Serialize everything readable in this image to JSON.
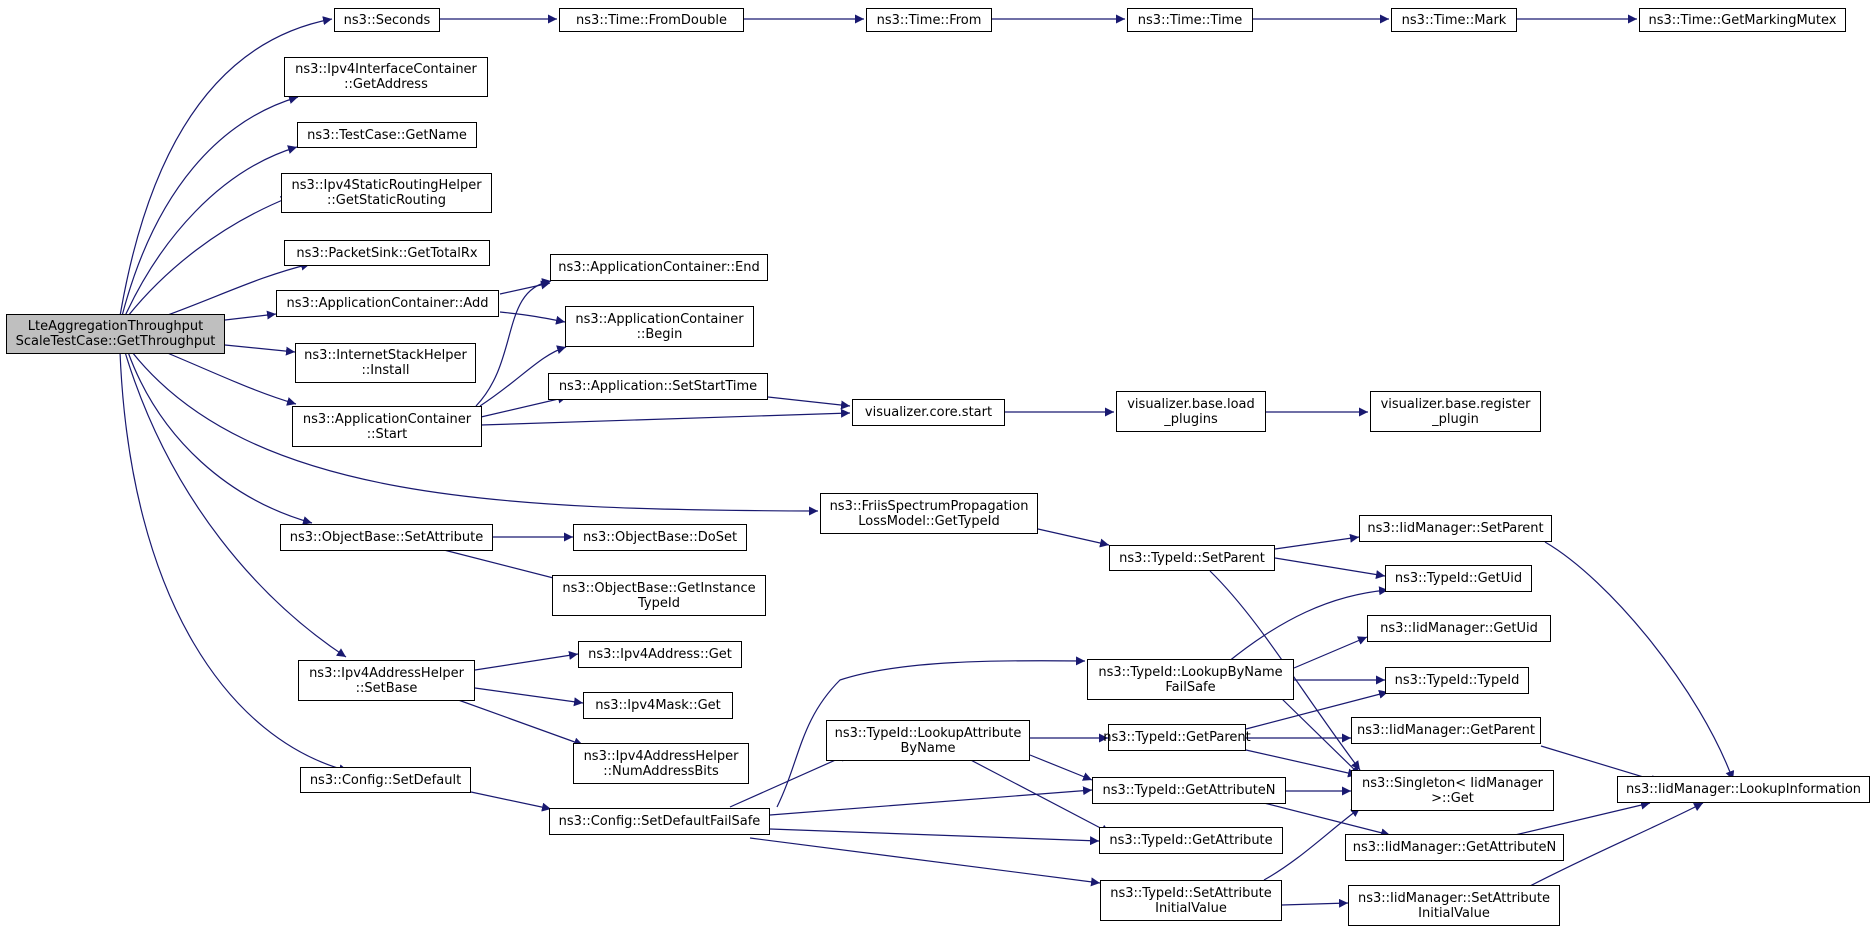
{
  "colors": {
    "edge": "#191970",
    "node_border": "#000000",
    "node_fill": "#ffffff",
    "root_fill": "#bfbfbf"
  },
  "nodes": [
    {
      "id": "root",
      "lines": [
        "LteAggregationThroughput",
        "ScaleTestCase::GetThroughput"
      ]
    },
    {
      "id": "seconds",
      "lines": [
        "ns3::Seconds"
      ]
    },
    {
      "id": "fromdouble",
      "lines": [
        "ns3::Time::FromDouble"
      ]
    },
    {
      "id": "from",
      "lines": [
        "ns3::Time::From"
      ]
    },
    {
      "id": "time",
      "lines": [
        "ns3::Time::Time"
      ]
    },
    {
      "id": "mark",
      "lines": [
        "ns3::Time::Mark"
      ]
    },
    {
      "id": "mutex",
      "lines": [
        "ns3::Time::GetMarkingMutex"
      ]
    },
    {
      "id": "ipv4ic",
      "lines": [
        "ns3::Ipv4InterfaceContainer",
        "::GetAddress"
      ]
    },
    {
      "id": "testcase",
      "lines": [
        "ns3::TestCase::GetName"
      ]
    },
    {
      "id": "staticrouting",
      "lines": [
        "ns3::Ipv4StaticRoutingHelper",
        "::GetStaticRouting"
      ]
    },
    {
      "id": "packetsink",
      "lines": [
        "ns3::PacketSink::GetTotalRx"
      ]
    },
    {
      "id": "append",
      "lines": [
        "ns3::ApplicationContainer::End"
      ]
    },
    {
      "id": "appadd",
      "lines": [
        "ns3::ApplicationContainer::Add"
      ]
    },
    {
      "id": "appbegin",
      "lines": [
        "ns3::ApplicationContainer",
        "::Begin"
      ]
    },
    {
      "id": "install",
      "lines": [
        "ns3::InternetStackHelper",
        "::Install"
      ]
    },
    {
      "id": "setstarttime",
      "lines": [
        "ns3::Application::SetStartTime"
      ]
    },
    {
      "id": "vizstart",
      "lines": [
        "visualizer.core.start"
      ]
    },
    {
      "id": "vizload",
      "lines": [
        "visualizer.base.load",
        "_plugins"
      ]
    },
    {
      "id": "vizregister",
      "lines": [
        "visualizer.base.register",
        "_plugin"
      ]
    },
    {
      "id": "appstart",
      "lines": [
        "ns3::ApplicationContainer",
        "::Start"
      ]
    },
    {
      "id": "friis",
      "lines": [
        "ns3::FriisSpectrumPropagation",
        "LossModel::GetTypeId"
      ]
    },
    {
      "id": "setparent",
      "lines": [
        "ns3::TypeId::SetParent"
      ]
    },
    {
      "id": "iidsetparent",
      "lines": [
        "ns3::IidManager::SetParent"
      ]
    },
    {
      "id": "setattribute",
      "lines": [
        "ns3::ObjectBase::SetAttribute"
      ]
    },
    {
      "id": "doset",
      "lines": [
        "ns3::ObjectBase::DoSet"
      ]
    },
    {
      "id": "getuid",
      "lines": [
        "ns3::TypeId::GetUid"
      ]
    },
    {
      "id": "getinstance",
      "lines": [
        "ns3::ObjectBase::GetInstance",
        "TypeId"
      ]
    },
    {
      "id": "iidgetuid",
      "lines": [
        "ns3::IidManager::GetUid"
      ]
    },
    {
      "id": "ipv4get",
      "lines": [
        "ns3::Ipv4Address::Get"
      ]
    },
    {
      "id": "setbase",
      "lines": [
        "ns3::Ipv4AddressHelper",
        "::SetBase"
      ]
    },
    {
      "id": "lookupbyname",
      "lines": [
        "ns3::TypeId::LookupByName",
        "FailSafe"
      ]
    },
    {
      "id": "typeidtypeid",
      "lines": [
        "ns3::TypeId::TypeId"
      ]
    },
    {
      "id": "maskget",
      "lines": [
        "ns3::Ipv4Mask::Get"
      ]
    },
    {
      "id": "lookupattr",
      "lines": [
        "ns3::TypeId::LookupAttribute",
        "ByName"
      ]
    },
    {
      "id": "getparent",
      "lines": [
        "ns3::TypeId::GetParent"
      ]
    },
    {
      "id": "iidgetparent",
      "lines": [
        "ns3::IidManager::GetParent"
      ]
    },
    {
      "id": "numaddrbits",
      "lines": [
        "ns3::Ipv4AddressHelper",
        "::NumAddressBits"
      ]
    },
    {
      "id": "configsetdefault",
      "lines": [
        "ns3::Config::SetDefault"
      ]
    },
    {
      "id": "getattributen",
      "lines": [
        "ns3::TypeId::GetAttributeN"
      ]
    },
    {
      "id": "singleton",
      "lines": [
        "ns3::Singleton< IidManager",
        " >::Get"
      ]
    },
    {
      "id": "lookupinfo",
      "lines": [
        "ns3::IidManager::LookupInformation"
      ]
    },
    {
      "id": "setdefaultfailsafe",
      "lines": [
        "ns3::Config::SetDefaultFailSafe"
      ]
    },
    {
      "id": "getattribute",
      "lines": [
        "ns3::TypeId::GetAttribute"
      ]
    },
    {
      "id": "iidgetattrn",
      "lines": [
        "ns3::IidManager::GetAttributeN"
      ]
    },
    {
      "id": "setattrinit",
      "lines": [
        "ns3::TypeId::SetAttribute",
        "InitialValue"
      ]
    },
    {
      "id": "iidsetattrinit",
      "lines": [
        "ns3::IidManager::SetAttribute",
        "InitialValue"
      ]
    }
  ]
}
